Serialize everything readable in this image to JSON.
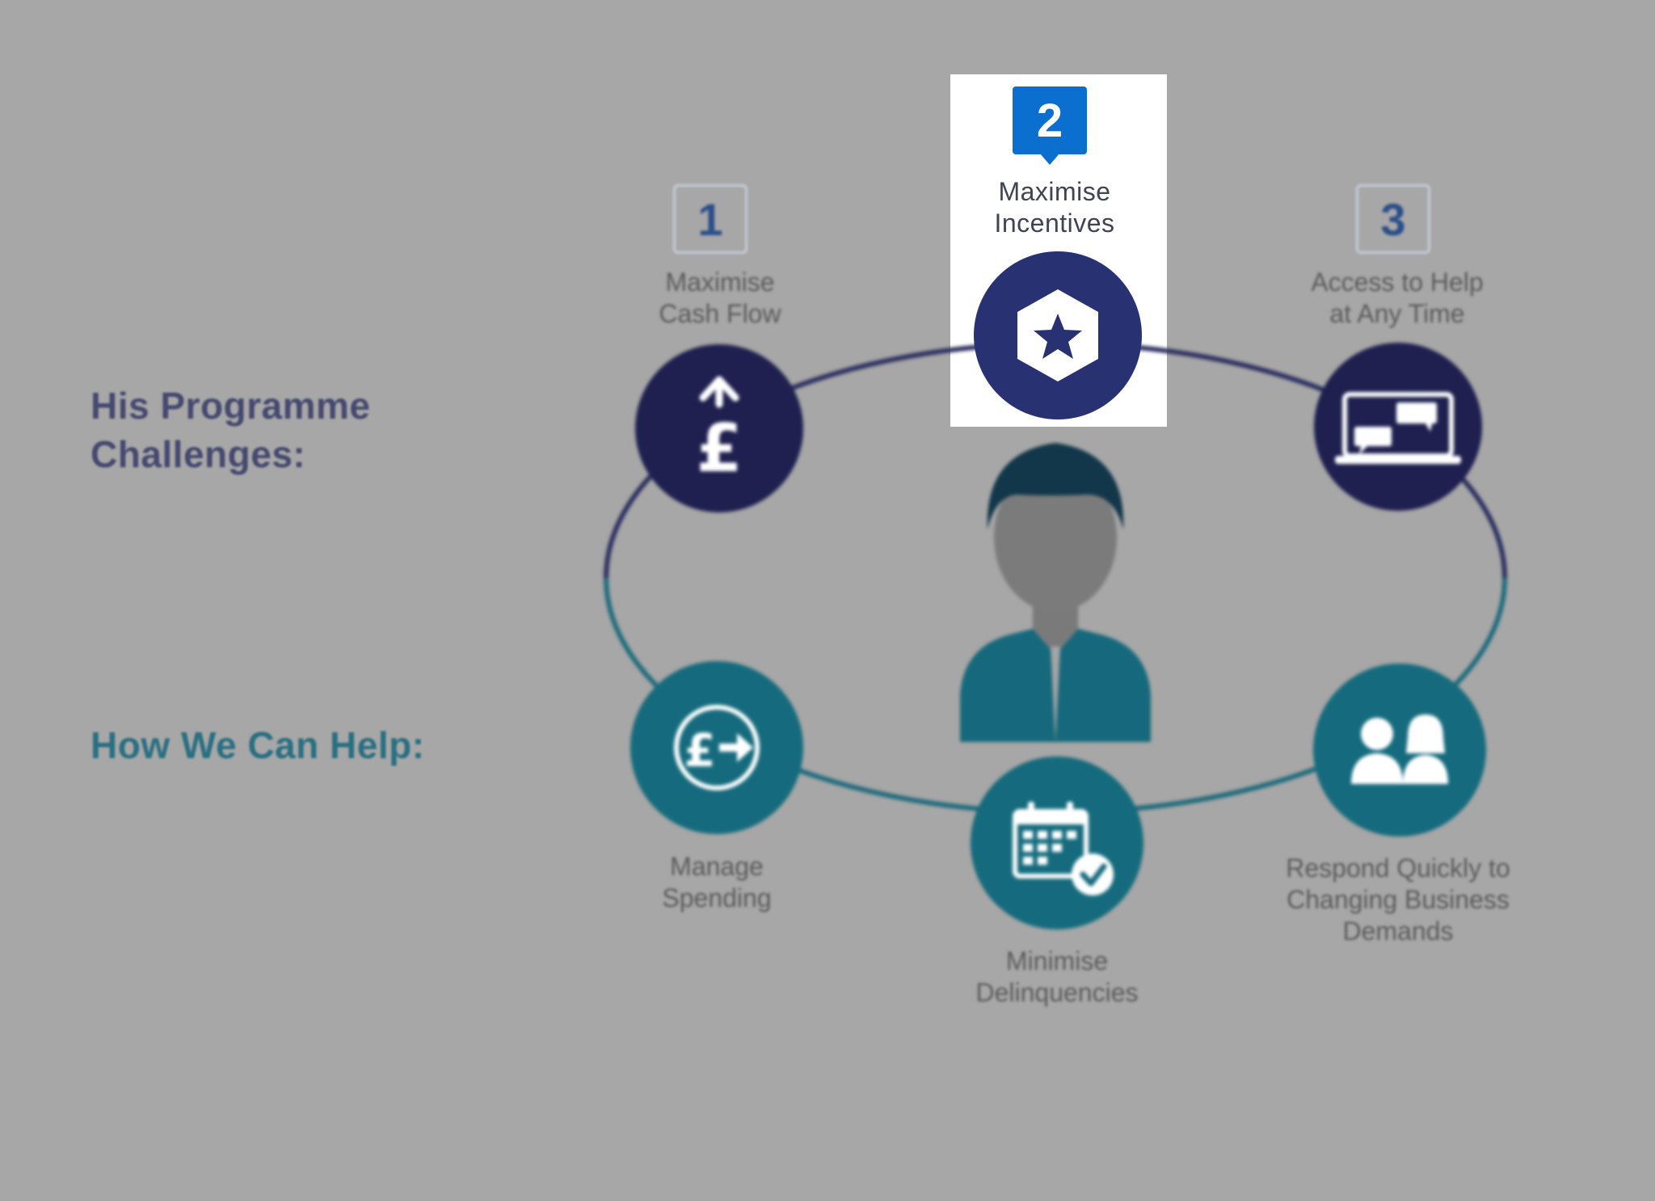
{
  "headings": {
    "challenges": "His Programme\nChallenges:",
    "help": "How We Can Help:"
  },
  "challenges": [
    {
      "number": "1",
      "label": "Maximise\nCash Flow",
      "icon": "pound-up-arrow-icon"
    },
    {
      "number": "2",
      "label": "Maximise\nIncentives",
      "icon": "star-hexagon-icon",
      "active": true
    },
    {
      "number": "3",
      "label": "Access to Help\nat Any Time",
      "icon": "laptop-chat-icon"
    }
  ],
  "solutions": [
    {
      "label": "Manage\nSpending",
      "icon": "pound-arrow-circle-icon"
    },
    {
      "label": "Minimise\nDelinquencies",
      "icon": "calendar-check-icon"
    },
    {
      "label": "Respond Quickly to\nChanging Business\nDemands",
      "icon": "people-icon"
    }
  ],
  "colors": {
    "background": "#a7a7a7",
    "challenge_circle": "#1f2050",
    "active_circle": "#283272",
    "solution_circle": "#156b7d",
    "active_badge": "#0a6fcf",
    "heading_challenges": "#3c3f6a",
    "heading_help": "#1c6a7e"
  }
}
